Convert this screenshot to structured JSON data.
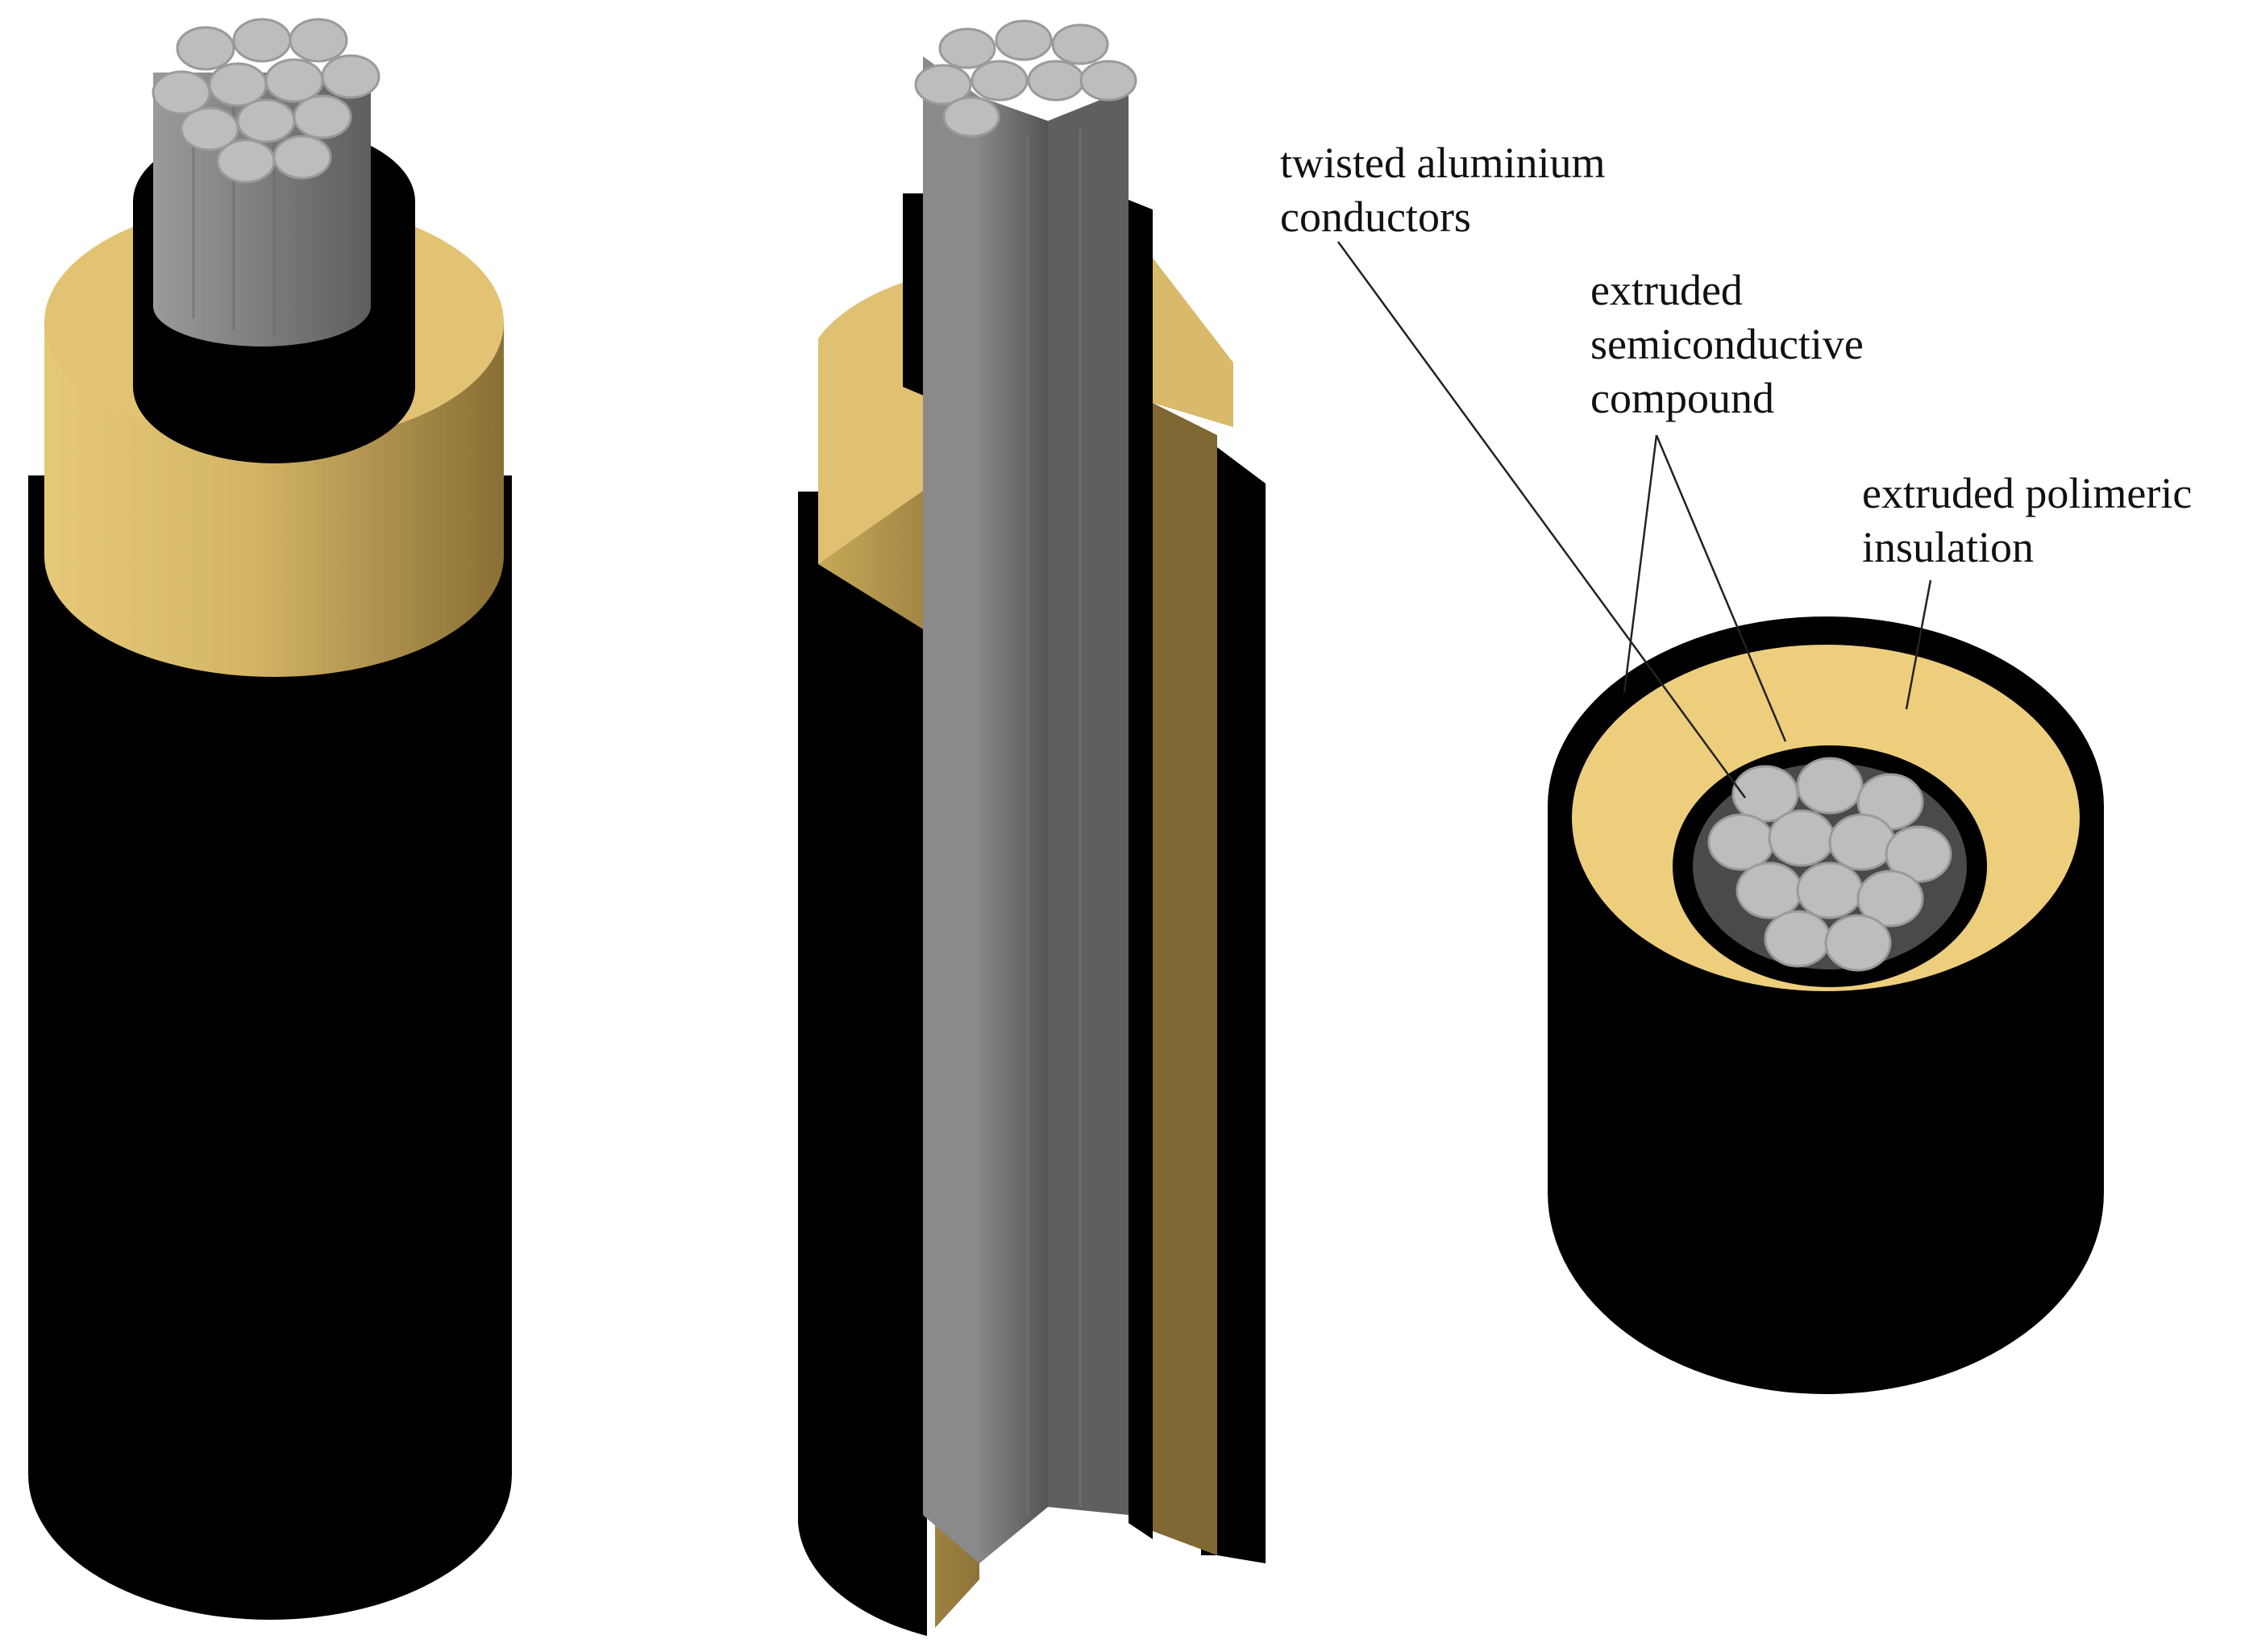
{
  "colors": {
    "sheath": "#000000",
    "insulation_light": "#e8c97a",
    "insulation_mid": "#c9a85e",
    "insulation_dark": "#7a6432",
    "insulation_face": "#f0d080",
    "conductor_top": "#bdbdbd",
    "conductor_side": "#8c8c8c",
    "conductor_dark": "#5c5c5c",
    "leader_line": "#222222"
  },
  "labels": {
    "conductors": [
      "twisted aluminium",
      "conductors"
    ],
    "semiconductive": [
      "extruded",
      "semiconductive",
      "compound"
    ],
    "insulation": [
      "extruded polimeric",
      "insulation"
    ]
  }
}
